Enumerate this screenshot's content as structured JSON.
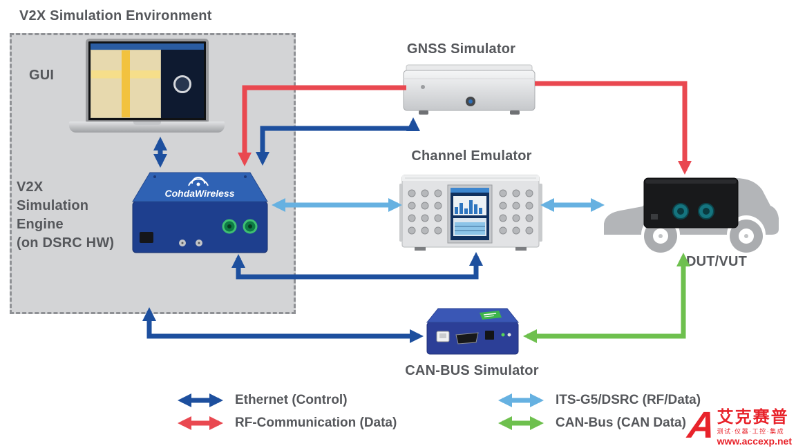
{
  "title": "V2X Simulation Environment",
  "colors": {
    "ethernet": "#1d4f9e",
    "rf": "#e94850",
    "its": "#66b1e1",
    "can": "#6ec04e",
    "label_text": "#55575b"
  },
  "sim_env": {
    "gui_label": "GUI",
    "engine_label": "V2X\nSimulation\nEngine\n(on DSRC HW)"
  },
  "devices": {
    "cohda_brand": "CohdaWireless",
    "gnss_label": "GNSS Simulator",
    "channel_label": "Channel Emulator",
    "canbus_label": "CAN-BUS Simulator",
    "dut_label": "DUT/VUT"
  },
  "legend": {
    "ethernet": "Ethernet (Control)",
    "rf": "RF-Communication (Data)",
    "its": "ITS-G5/DSRC (RF/Data)",
    "can": "CAN-Bus (CAN Data)"
  },
  "watermark": {
    "logo_char": "A",
    "brand": "艾克赛普",
    "tagline": "测试·仪器·工控·集成",
    "url": "www.accexp.net"
  }
}
